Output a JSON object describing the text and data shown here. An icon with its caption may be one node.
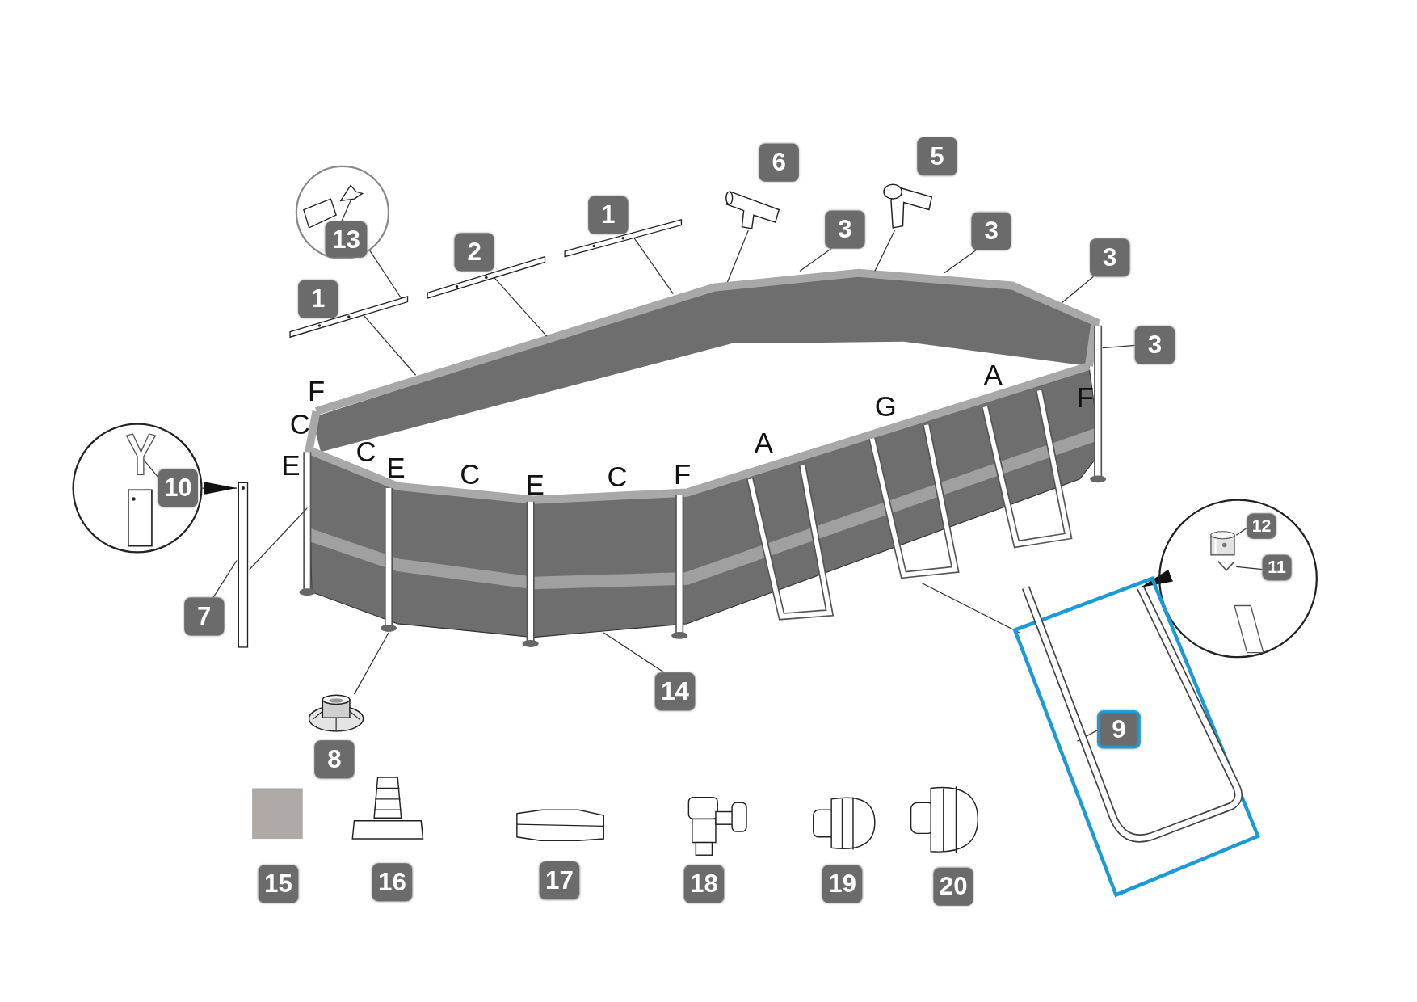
{
  "diagram": {
    "nodes": [
      {
        "text": [
          "5"
        ]
      },
      {
        "text": [
          "6"
        ]
      },
      {
        "text": [],
        "shape": "picture"
      },
      {
        "text": [],
        "shape": "picture"
      },
      {
        "text": [],
        "shape": "circle"
      },
      {
        "text": [
          "13"
        ],
        "in": 4
      },
      {
        "text": [
          "1"
        ]
      },
      {
        "text": [
          "3"
        ]
      },
      {
        "text": [
          "3"
        ]
      },
      {
        "text": [
          "2"
        ]
      },
      {
        "text": [],
        "shape": "picture"
      },
      {
        "text": [
          "3"
        ]
      },
      {
        "text": [],
        "shape": "picture"
      },
      {
        "text": [
          "1"
        ]
      },
      {
        "text": [],
        "shape": "picture"
      },
      {
        "text": [
          "3"
        ]
      },
      {
        "text": [],
        "shape": "circle"
      },
      {
        "text": [
          "10"
        ],
        "in": 16
      },
      {
        "text": [],
        "shape": "picture"
      },
      {
        "text": [],
        "shape": "circle"
      },
      {
        "text": [
          "12"
        ],
        "in": 19
      },
      {
        "text": [
          "11"
        ],
        "in": 19
      },
      {
        "text": [
          "7"
        ]
      },
      {
        "text": [],
        "shape": "box"
      },
      {
        "text": [],
        "shape": "picture",
        "in": 23
      },
      {
        "text": [
          "9"
        ],
        "in": 24
      },
      {
        "text": [
          "14"
        ]
      },
      {
        "text": [],
        "shape": "picture"
      },
      {
        "text": [
          "8"
        ]
      },
      {
        "text": [
          "15"
        ]
      },
      {
        "text": [
          "16"
        ]
      },
      {
        "text": [
          "17"
        ]
      },
      {
        "text": [
          "18"
        ]
      },
      {
        "text": [
          "19"
        ]
      },
      {
        "text": [
          "20"
        ]
      },
      {
        "text": [],
        "shape": "picture",
        "in": 19
      },
      {
        "text": [],
        "shape": "picture",
        "in": 19
      }
    ],
    "edges": [
      {
        "from": 2,
        "to": null,
        "arrow": "none"
      },
      {
        "from": 3,
        "to": null,
        "arrow": "none"
      },
      {
        "from": 10,
        "to": null,
        "arrow": "none"
      },
      {
        "from": 7,
        "to": null,
        "arrow": "none"
      },
      {
        "from": 8,
        "to": null,
        "arrow": "none"
      },
      {
        "from": 11,
        "to": null,
        "arrow": "none"
      },
      {
        "from": 12,
        "to": null,
        "arrow": "none"
      },
      {
        "from": 4,
        "to": 14,
        "arrow": "none"
      },
      {
        "from": 14,
        "to": null,
        "arrow": "none"
      },
      {
        "from": 15,
        "to": null,
        "arrow": "none"
      },
      {
        "from": 16,
        "to": 18,
        "arrow": "to"
      },
      {
        "from": 18,
        "to": null,
        "arrow": "none"
      },
      {
        "from": 22,
        "to": 18,
        "arrow": "none"
      },
      {
        "from": 19,
        "to": 24,
        "arrow": "to"
      },
      {
        "from": null,
        "to": 24,
        "arrow": "none"
      },
      {
        "from": 25,
        "to": 24,
        "arrow": "none"
      },
      {
        "from": 20,
        "to": 35,
        "arrow": "none"
      },
      {
        "from": 21,
        "to": 36,
        "arrow": "none"
      },
      {
        "from": 17,
        "to": null,
        "arrow": "none"
      },
      {
        "from": 5,
        "to": null,
        "arrow": "none"
      },
      {
        "from": 26,
        "to": null,
        "arrow": "none"
      },
      {
        "from": 27,
        "to": null,
        "arrow": "none"
      }
    ],
    "labels": [
      "A",
      "F",
      "F",
      "G",
      "C",
      "A",
      "E",
      "C",
      "E",
      "C",
      "E",
      "C",
      "F"
    ]
  }
}
